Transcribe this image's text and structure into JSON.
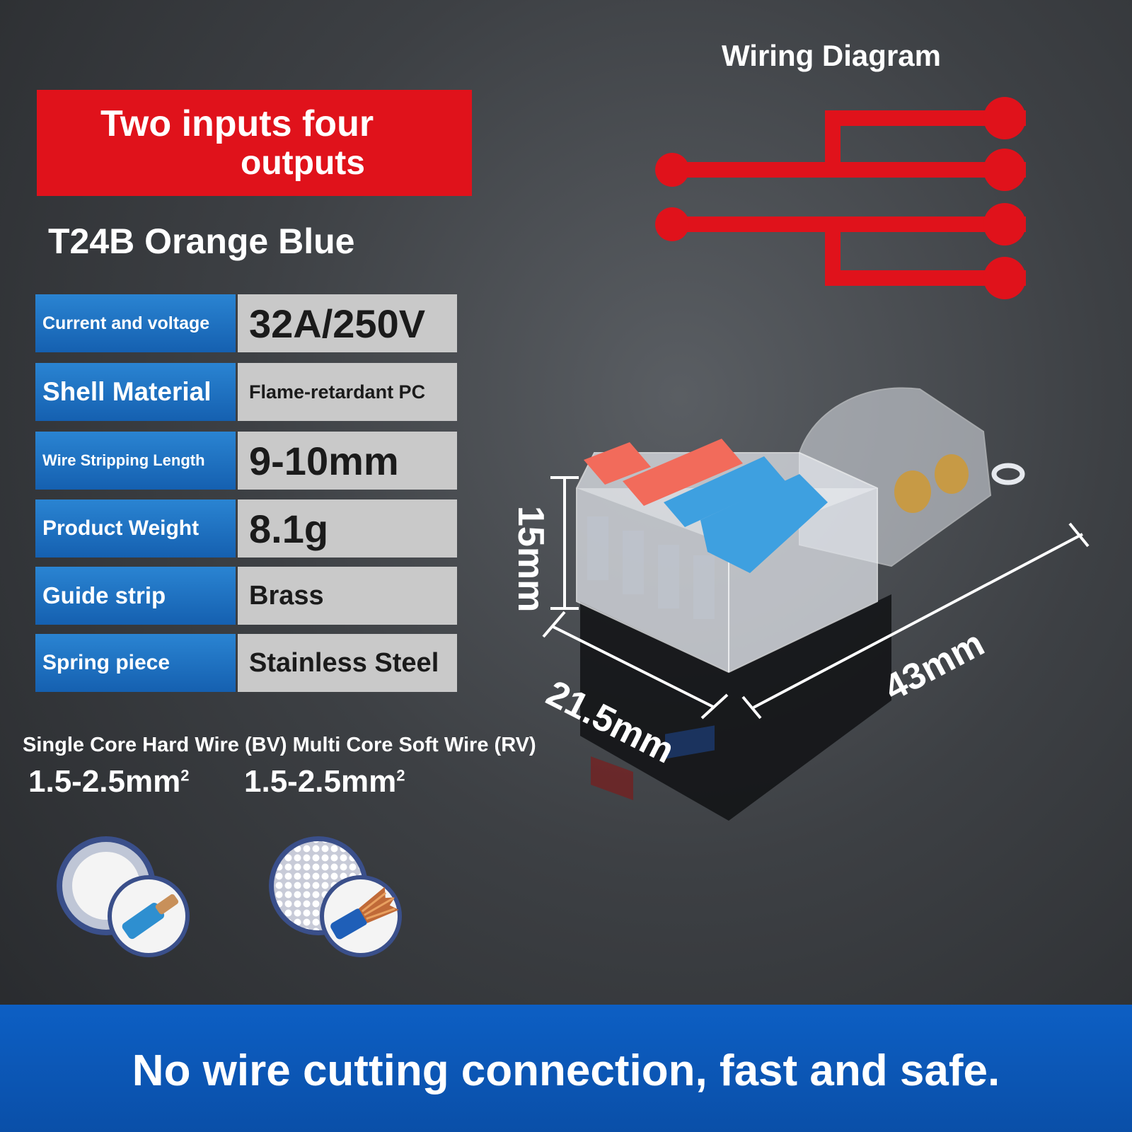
{
  "banner": {
    "line1": "Two inputs four",
    "line2": "outputs"
  },
  "model": "T24B Orange Blue",
  "wiring_title": "Wiring Diagram",
  "specs": [
    {
      "label": "Current and voltage",
      "value": "32A/250V"
    },
    {
      "label": "Shell Material",
      "value": "Flame-retardant PC"
    },
    {
      "label": "Wire Stripping Length",
      "value": "9-10mm"
    },
    {
      "label": "Product Weight",
      "value": "8.1g"
    },
    {
      "label": "Guide strip",
      "value": "Brass"
    },
    {
      "label": "Spring piece",
      "value": "Stainless Steel"
    }
  ],
  "wire_types": {
    "title": "Single Core Hard Wire (BV) Multi Core Soft Wire (RV)",
    "single_size": "1.5-2.5mm",
    "multi_size": "1.5-2.5mm",
    "unit_sup": "2"
  },
  "dimensions": {
    "height": "15mm",
    "width": "21.5mm",
    "length": "43mm"
  },
  "footer": "No wire cutting connection, fast and safe.",
  "colors": {
    "red": "#e0121b",
    "blue": "#1560b0",
    "orange_lever": "#f26b5b",
    "blue_lever": "#3ea0e0"
  }
}
